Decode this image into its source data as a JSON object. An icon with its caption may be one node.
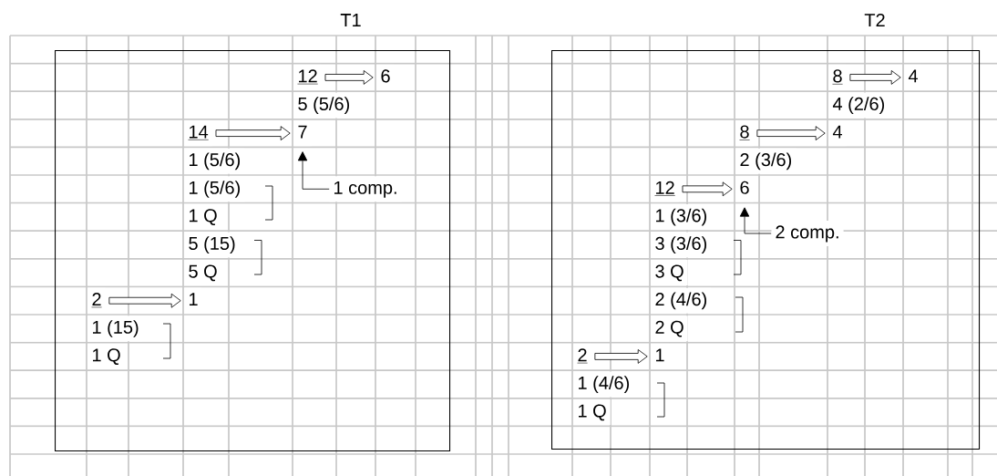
{
  "diagram": {
    "nodes": [
      {
        "text": [
          "T1"
        ]
      },
      {
        "text": [
          "12"
        ],
        "in": 0
      },
      {
        "text": [
          "6"
        ],
        "in": 0
      },
      {
        "text": [
          "5 (5/6)"
        ],
        "in": 0
      },
      {
        "text": [
          "14"
        ],
        "in": 0
      },
      {
        "text": [
          "7"
        ],
        "in": 0
      },
      {
        "text": [
          "1 (5/6)"
        ],
        "in": 0
      },
      {
        "text": [
          "1 (5/6)"
        ],
        "in": 0
      },
      {
        "text": [
          "1 comp."
        ],
        "in": 0
      },
      {
        "text": [
          "1 Q"
        ],
        "in": 0
      },
      {
        "text": [
          "5 (15)"
        ],
        "in": 0
      },
      {
        "text": [
          "5 Q"
        ],
        "in": 0
      },
      {
        "text": [
          "2"
        ],
        "in": 0
      },
      {
        "text": [
          "1"
        ],
        "in": 0
      },
      {
        "text": [
          "1 (15)"
        ],
        "in": 0
      },
      {
        "text": [
          "1 Q"
        ],
        "in": 0
      },
      {
        "text": [
          "T2"
        ]
      },
      {
        "text": [
          "8"
        ],
        "in": 16
      },
      {
        "text": [
          "4"
        ],
        "in": 16
      },
      {
        "text": [
          "4 (2/6)"
        ],
        "in": 16
      },
      {
        "text": [
          "8"
        ],
        "in": 16
      },
      {
        "text": [
          "4"
        ],
        "in": 16
      },
      {
        "text": [
          "2 (3/6)"
        ],
        "in": 16
      },
      {
        "text": [
          "12"
        ],
        "in": 16
      },
      {
        "text": [
          "6"
        ],
        "in": 16
      },
      {
        "text": [
          "1 (3/6)"
        ],
        "in": 16
      },
      {
        "text": [
          "2 comp."
        ],
        "in": 16
      },
      {
        "text": [
          "3 (3/6)"
        ],
        "in": 16
      },
      {
        "text": [
          "3 Q"
        ],
        "in": 16
      },
      {
        "text": [
          "2 (4/6)"
        ],
        "in": 16
      },
      {
        "text": [
          "2 Q"
        ],
        "in": 16
      },
      {
        "text": [
          "2"
        ],
        "in": 16
      },
      {
        "text": [
          "1"
        ],
        "in": 16
      },
      {
        "text": [
          "1 (4/6)"
        ],
        "in": 16
      },
      {
        "text": [
          "1 Q"
        ],
        "in": 16
      }
    ],
    "edges": [
      {
        "from": 1,
        "to": 2,
        "arrow": "to"
      },
      {
        "from": 4,
        "to": 5,
        "arrow": "to"
      },
      {
        "from": 8,
        "to": 5,
        "arrow": "to"
      },
      {
        "from": 12,
        "to": 13,
        "arrow": "to"
      },
      {
        "from": 17,
        "to": 18,
        "arrow": "to"
      },
      {
        "from": 20,
        "to": 21,
        "arrow": "to"
      },
      {
        "from": 23,
        "to": 24,
        "arrow": "to"
      },
      {
        "from": 26,
        "to": 24,
        "arrow": "to"
      },
      {
        "from": 31,
        "to": 32,
        "arrow": "to"
      }
    ]
  }
}
